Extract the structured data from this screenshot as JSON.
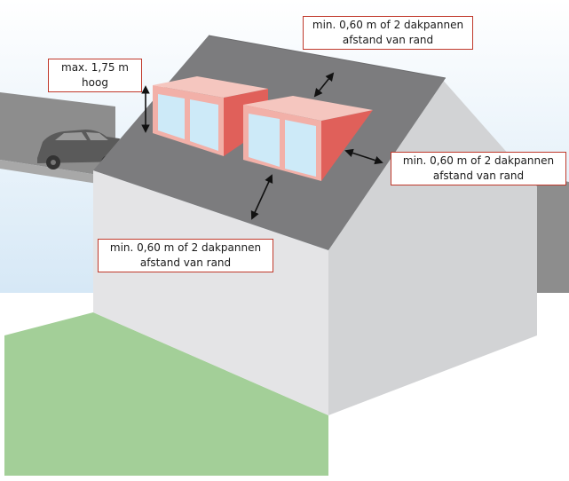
{
  "callouts": {
    "top_margin": {
      "line1": "min. 0,60 m of 2 dakpannen",
      "line2": "afstand van rand"
    },
    "height": {
      "line1": "max. 1,75 m",
      "line2": "hoog"
    },
    "side_margin": {
      "line1": "min. 0,60 m of 2 dakpannen",
      "line2": "afstand van rand"
    },
    "bottom_margin": {
      "line1": "min. 0,60 m of 2 dakpannen",
      "line2": "afstand van rand"
    }
  },
  "colors": {
    "sky": "#dcebf7",
    "road": "#8c8c8c",
    "grass": "#a3cf98",
    "wall": "#e2e2e4",
    "wall_side": "#cfd0d2",
    "roof": "#7c7c7e",
    "dormer_front": "#f2b0a8",
    "dormer_side": "#e0605a",
    "glass": "#cdeaf8",
    "callout_border": "#c0392b"
  },
  "icons": [
    "car-icon",
    "dimension-arrow-icon"
  ]
}
